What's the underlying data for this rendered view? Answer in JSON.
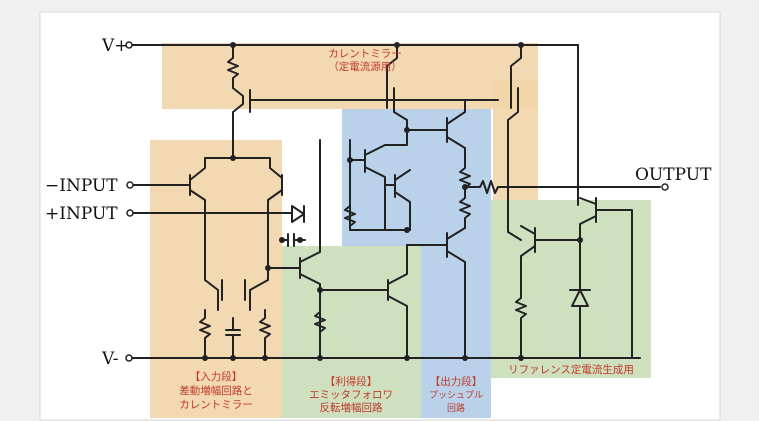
{
  "terminals": {
    "vplus": "V+",
    "vminus": "V-",
    "minus_input": "−INPUT",
    "plus_input": "+INPUT",
    "output": "OUTPUT"
  },
  "sections": {
    "current_mirror": [
      "カレントミラー",
      "（定電流源用）"
    ],
    "input_stage": [
      "【入力段】",
      "差動増幅回路と",
      "カレントミラー"
    ],
    "gain_stage": [
      "【利得段】",
      "エミッタフォロワ",
      "反転増幅回路"
    ],
    "output_stage": [
      "【出力段】",
      "プッシュプル",
      "回路"
    ],
    "reference": [
      "リファレンス定電流生成用"
    ]
  },
  "colors": {
    "orange_region": "#f2d5a8",
    "blue_region": "#b9d2ea",
    "green_region": "#cfe0bf",
    "label_text": "#c0392b",
    "wire": "#222222"
  }
}
